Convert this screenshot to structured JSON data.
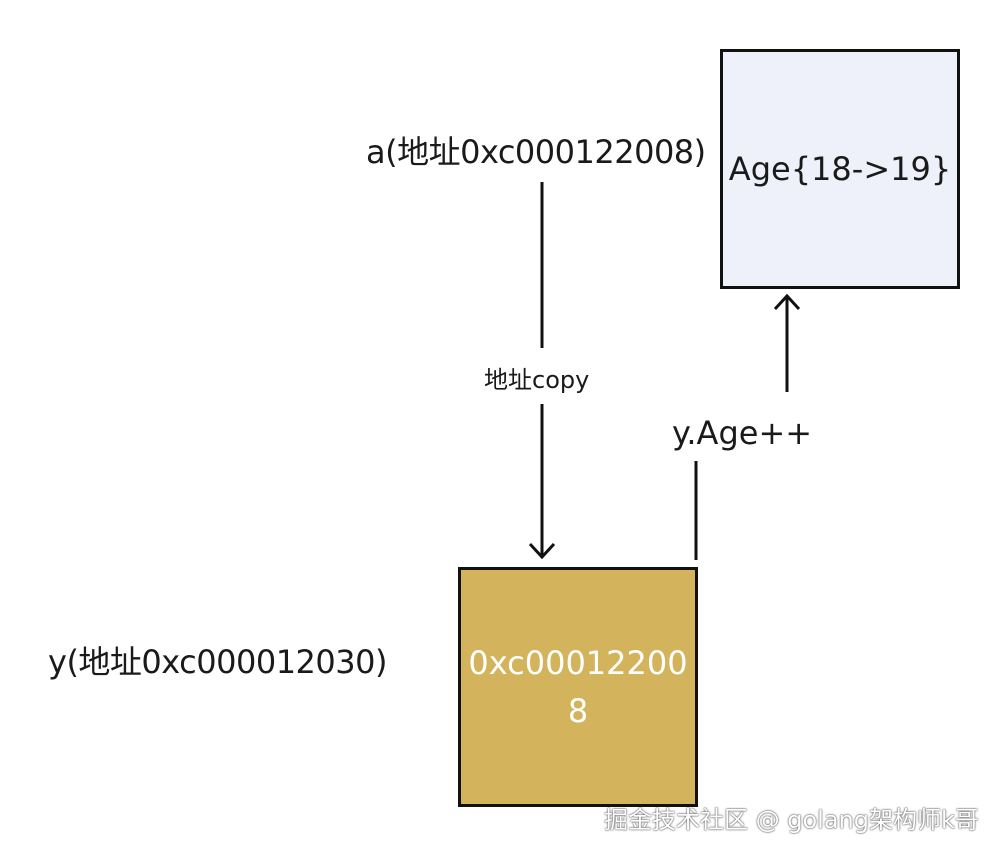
{
  "labels": {
    "a_var": "a(地址0xc000122008)",
    "copy_edge": "地址copy",
    "y_age_op": "y.Age++",
    "y_var": "y(地址0xc000012030)"
  },
  "boxes": {
    "age_struct": "Age{18->19}",
    "pointer_value": "0xc000122008"
  },
  "colors": {
    "age_box_fill": "#eef1fa",
    "pointer_box_fill": "#d3b45c",
    "stroke": "#111111"
  },
  "watermark": "掘金技术社区 @ golang架构师k哥"
}
